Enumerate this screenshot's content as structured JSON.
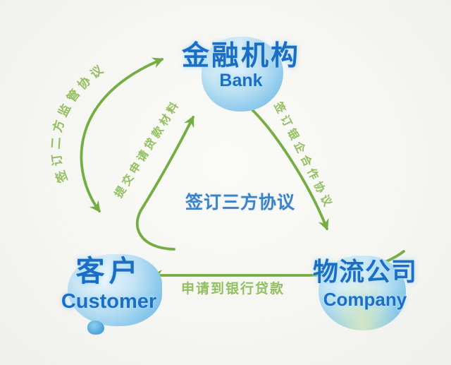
{
  "nodes": {
    "bank": {
      "name_zh": "金融机构",
      "name_en": "Bank"
    },
    "customer": {
      "name_zh": "客户",
      "name_en": "Customer"
    },
    "company": {
      "name_zh": "物流公司",
      "name_en": "Company"
    }
  },
  "edges": {
    "customer_bank_bidirectional": {
      "label": "签订二方监管协议",
      "from": "客户",
      "to": "金融机构",
      "direction": "both"
    },
    "customer_to_bank": {
      "label": "提交申请贷款材料",
      "from": "客户",
      "to": "金融机构",
      "direction": "one-way"
    },
    "bank_to_company": {
      "label": "签订银企合作协议",
      "from": "金融机构",
      "to": "物流公司",
      "direction": "one-way"
    },
    "company_to_customer": {
      "label": "申请到银行贷款",
      "from": "物流公司",
      "to": "客户",
      "direction": "one-way"
    },
    "three_party_center": {
      "label": "签订三方协议"
    }
  },
  "colors": {
    "arrow_green": "#74ad41",
    "edge_label_green": "#92bf5e",
    "node_text_blue": "#1b6ec5",
    "center_text_blue": "#3b82c6",
    "sphere_blue": "#7fc3e8",
    "background": "#f5f5f1"
  }
}
